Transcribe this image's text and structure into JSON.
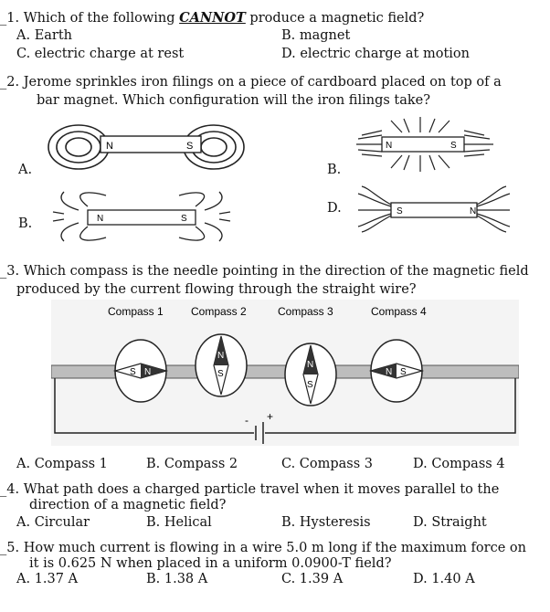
{
  "q1": {
    "blank": "_",
    "num": "1. ",
    "pre": "Which of the following ",
    "emph": "CANNOT",
    "post": " produce a magnetic field?",
    "choices": [
      "A. Earth",
      "B. magnet",
      "C. electric charge at rest",
      "D. electric charge at motion"
    ]
  },
  "q2": {
    "line1": "_2. Jerome sprinkles iron filings on a piece of cardboard placed on top of a",
    "line2": "bar magnet. Which configuration will the iron filings take?",
    "opt_labels": [
      "A.",
      "B.",
      "D.",
      "B."
    ],
    "magnet_poles": [
      "N",
      "S"
    ]
  },
  "q3": {
    "line1": "_3. Which compass is the needle pointing in the direction of the magnetic field",
    "line2": "produced by the current flowing through the straight wire?",
    "compass_labels": [
      "Compass 1",
      "Compass 2",
      "Compass 3",
      "Compass 4"
    ],
    "battery_minus": "-",
    "battery_plus": "+",
    "choices": [
      "A. Compass 1",
      "B. Compass 2",
      "C. Compass 3",
      "D. Compass 4"
    ]
  },
  "q4": {
    "line1": "_4. What path does a charged particle travel when it moves parallel to the",
    "line2": "direction of a magnetic field?",
    "choices": [
      "A. Circular",
      "B. Helical",
      "B. Hysteresis",
      "D. Straight"
    ]
  },
  "q5": {
    "line1": "_5. How much current is flowing in a wire 5.0 m long if the maximum force on",
    "line2": "it is 0.625 N when placed in a uniform 0.0900-T field?",
    "choices": [
      "A. 1.37 A",
      "B. 1.38 A",
      "C. 1.39 A",
      "D. 1.40 A"
    ]
  }
}
